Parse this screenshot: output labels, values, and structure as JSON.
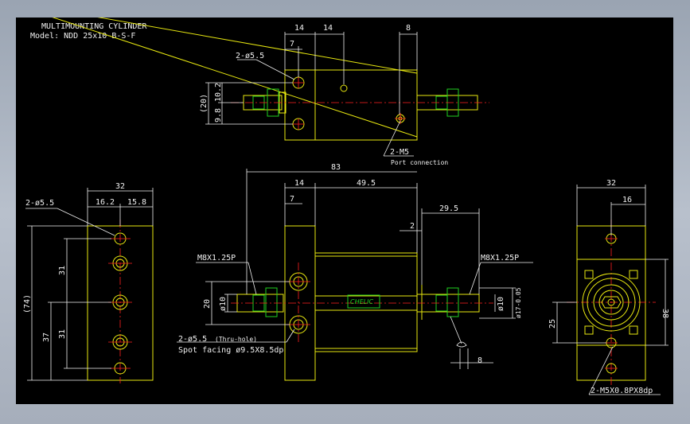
{
  "title": "MULTIMOUNTING CYLINDER",
  "model": "Model: NDD 25x10-B-S-F",
  "top_view": {
    "dims": [
      "14",
      "14",
      "8",
      "7",
      "(20)",
      "10.2",
      "9.8"
    ],
    "hole_callout": "2-ø5.5",
    "port_callout": "2-M5",
    "port_note": "Port connection"
  },
  "front_view": {
    "dims": [
      "83",
      "14",
      "49.5",
      "7",
      "29.5",
      "2",
      "20",
      "ø10",
      "ø10",
      "ø17-0.05",
      "8"
    ],
    "thread_left": "M8X1.25P",
    "thread_right": "M8X1.25P",
    "hole_callout": "2-ø5.5",
    "hole_note": "(Thru-hole)",
    "spot_facing": "Spot facing ø9.5X8.5dp",
    "logo": "CHELIC"
  },
  "left_view": {
    "dims": [
      "32",
      "16.2",
      "15.8",
      "31",
      "31",
      "(74)",
      "37"
    ],
    "hole_callout": "2-ø5.5"
  },
  "right_view": {
    "dims": [
      "32",
      "16",
      "38",
      "25"
    ],
    "tap_callout": "2-M5X0.8PX8dp"
  }
}
